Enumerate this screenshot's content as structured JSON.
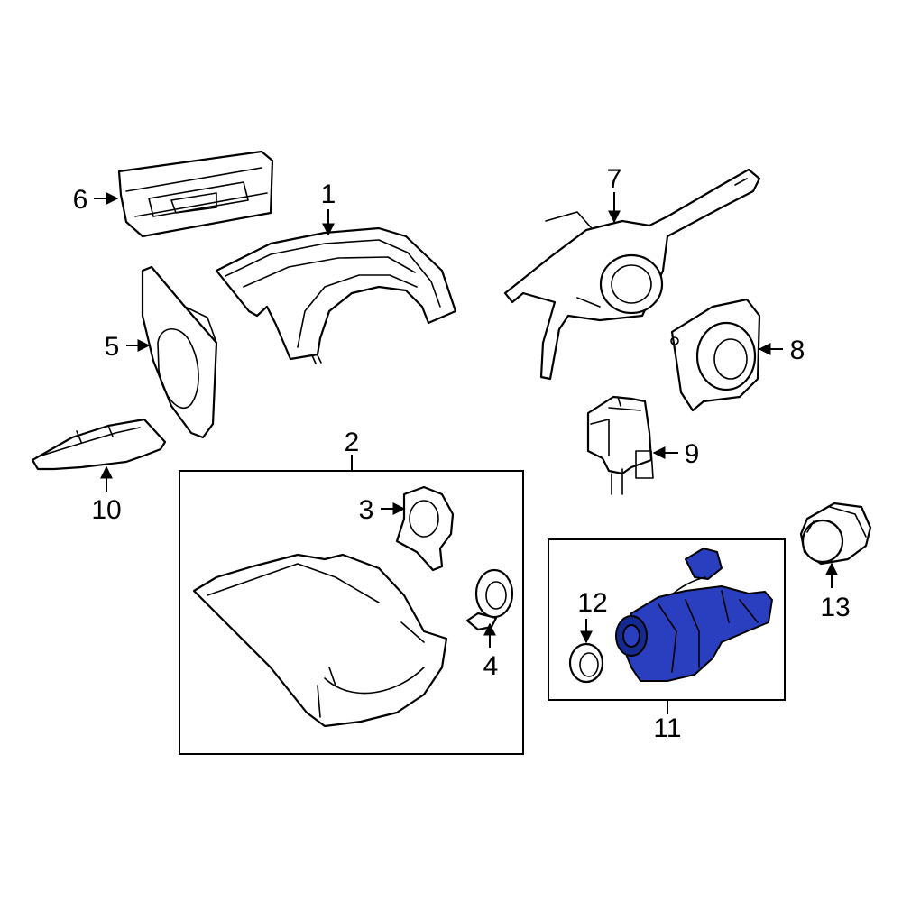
{
  "colors": {
    "background": "#ffffff",
    "line": "#000000",
    "highlight": "#2a3fbf",
    "highlight_dark": "#142a8f"
  },
  "callouts": {
    "c1": "1",
    "c2": "2",
    "c3": "3",
    "c4": "4",
    "c5": "5",
    "c6": "6",
    "c7": "7",
    "c8": "8",
    "c9": "9",
    "c10": "10",
    "c11": "11",
    "c12": "12",
    "c13": "13"
  },
  "highlighted_part": "11"
}
